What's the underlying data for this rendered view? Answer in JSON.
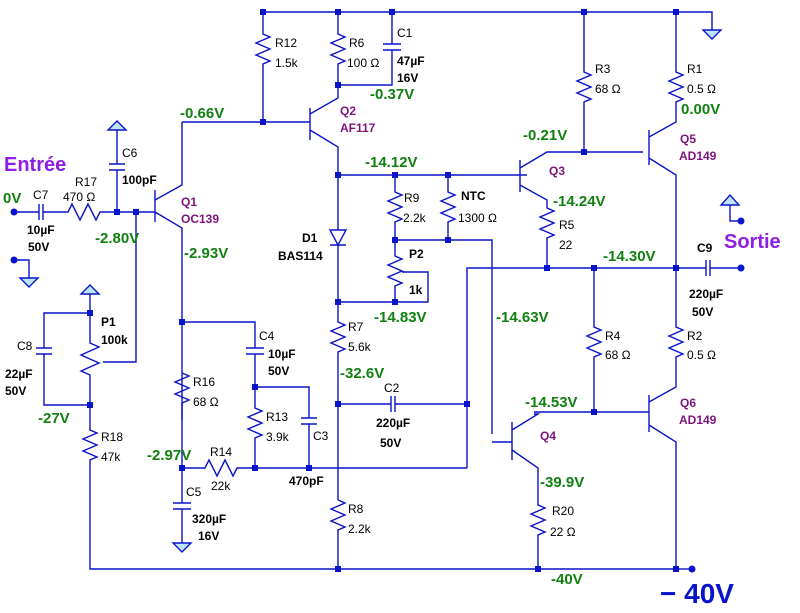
{
  "schematic": {
    "io": {
      "input": "Entrée",
      "output": "Sortie",
      "supply": "− 40V"
    },
    "voltages": {
      "in": "0V",
      "q1_collector": "-0.66V",
      "q1_base": "-2.80V",
      "q1_emitter": "-2.93V",
      "q2_emitter": "-0.37V",
      "q2_collector": "-14.12V",
      "q3_collector": "-0.21V",
      "q3_emitter": "-14.24V",
      "q5_emitter": "0.00V",
      "output_node": "-14.30V",
      "bias_low": "-14.83V",
      "q4_base": "-14.63V",
      "q4_emitter": "-14.53V",
      "q4_collector": "-39.9V",
      "r7_r8": "-32.6V",
      "p1_low": "-27V",
      "r16_low": "-2.97V",
      "rail": "-40V"
    },
    "transistors": [
      {
        "ref": "Q1",
        "type": "OC139"
      },
      {
        "ref": "Q2",
        "type": "AF117"
      },
      {
        "ref": "Q3",
        "type": ""
      },
      {
        "ref": "Q4",
        "type": ""
      },
      {
        "ref": "Q5",
        "type": "AD149"
      },
      {
        "ref": "Q6",
        "type": "AD149"
      }
    ],
    "resistors": [
      {
        "ref": "R1",
        "value": "0.5 Ω"
      },
      {
        "ref": "R2",
        "value": "0.5 Ω"
      },
      {
        "ref": "R3",
        "value": "68 Ω"
      },
      {
        "ref": "R4",
        "value": "68 Ω"
      },
      {
        "ref": "R5",
        "value": "22"
      },
      {
        "ref": "R6",
        "value": "100 Ω"
      },
      {
        "ref": "R7",
        "value": "5.6k"
      },
      {
        "ref": "R8",
        "value": "2.2k"
      },
      {
        "ref": "R9",
        "value": "2.2k"
      },
      {
        "ref": "R12",
        "value": "1.5k"
      },
      {
        "ref": "R13",
        "value": "3.9k"
      },
      {
        "ref": "R14",
        "value": "22k"
      },
      {
        "ref": "R16",
        "value": "68 Ω"
      },
      {
        "ref": "R17",
        "value": "470 Ω"
      },
      {
        "ref": "R18",
        "value": "47k"
      },
      {
        "ref": "R20",
        "value": "22 Ω"
      },
      {
        "ref": "NTC",
        "value": "1300 Ω"
      }
    ],
    "pots": [
      {
        "ref": "P1",
        "value": "100k"
      },
      {
        "ref": "P2",
        "value": "1k"
      }
    ],
    "capacitors": [
      {
        "ref": "C1",
        "value": "47µF",
        "voltage": "16V"
      },
      {
        "ref": "C2",
        "value": "220µF",
        "voltage": "50V"
      },
      {
        "ref": "C3",
        "value": "470pF",
        "voltage": ""
      },
      {
        "ref": "C4",
        "value": "10µF",
        "voltage": "50V"
      },
      {
        "ref": "C5",
        "value": "320µF",
        "voltage": "16V"
      },
      {
        "ref": "C6",
        "value": "100pF",
        "voltage": ""
      },
      {
        "ref": "C7",
        "value": "10µF",
        "voltage": "50V"
      },
      {
        "ref": "C8",
        "value": "22µF",
        "voltage": "50V"
      },
      {
        "ref": "C9",
        "value": "220µF",
        "voltage": "50V"
      }
    ],
    "diodes": [
      {
        "ref": "D1",
        "type": "BAS114"
      }
    ],
    "colors": {
      "wire": "#0a14c8",
      "voltage": "#118011",
      "part": "#7d147d",
      "io": "#8f1ee6",
      "ground": "#bfe4f5"
    }
  }
}
